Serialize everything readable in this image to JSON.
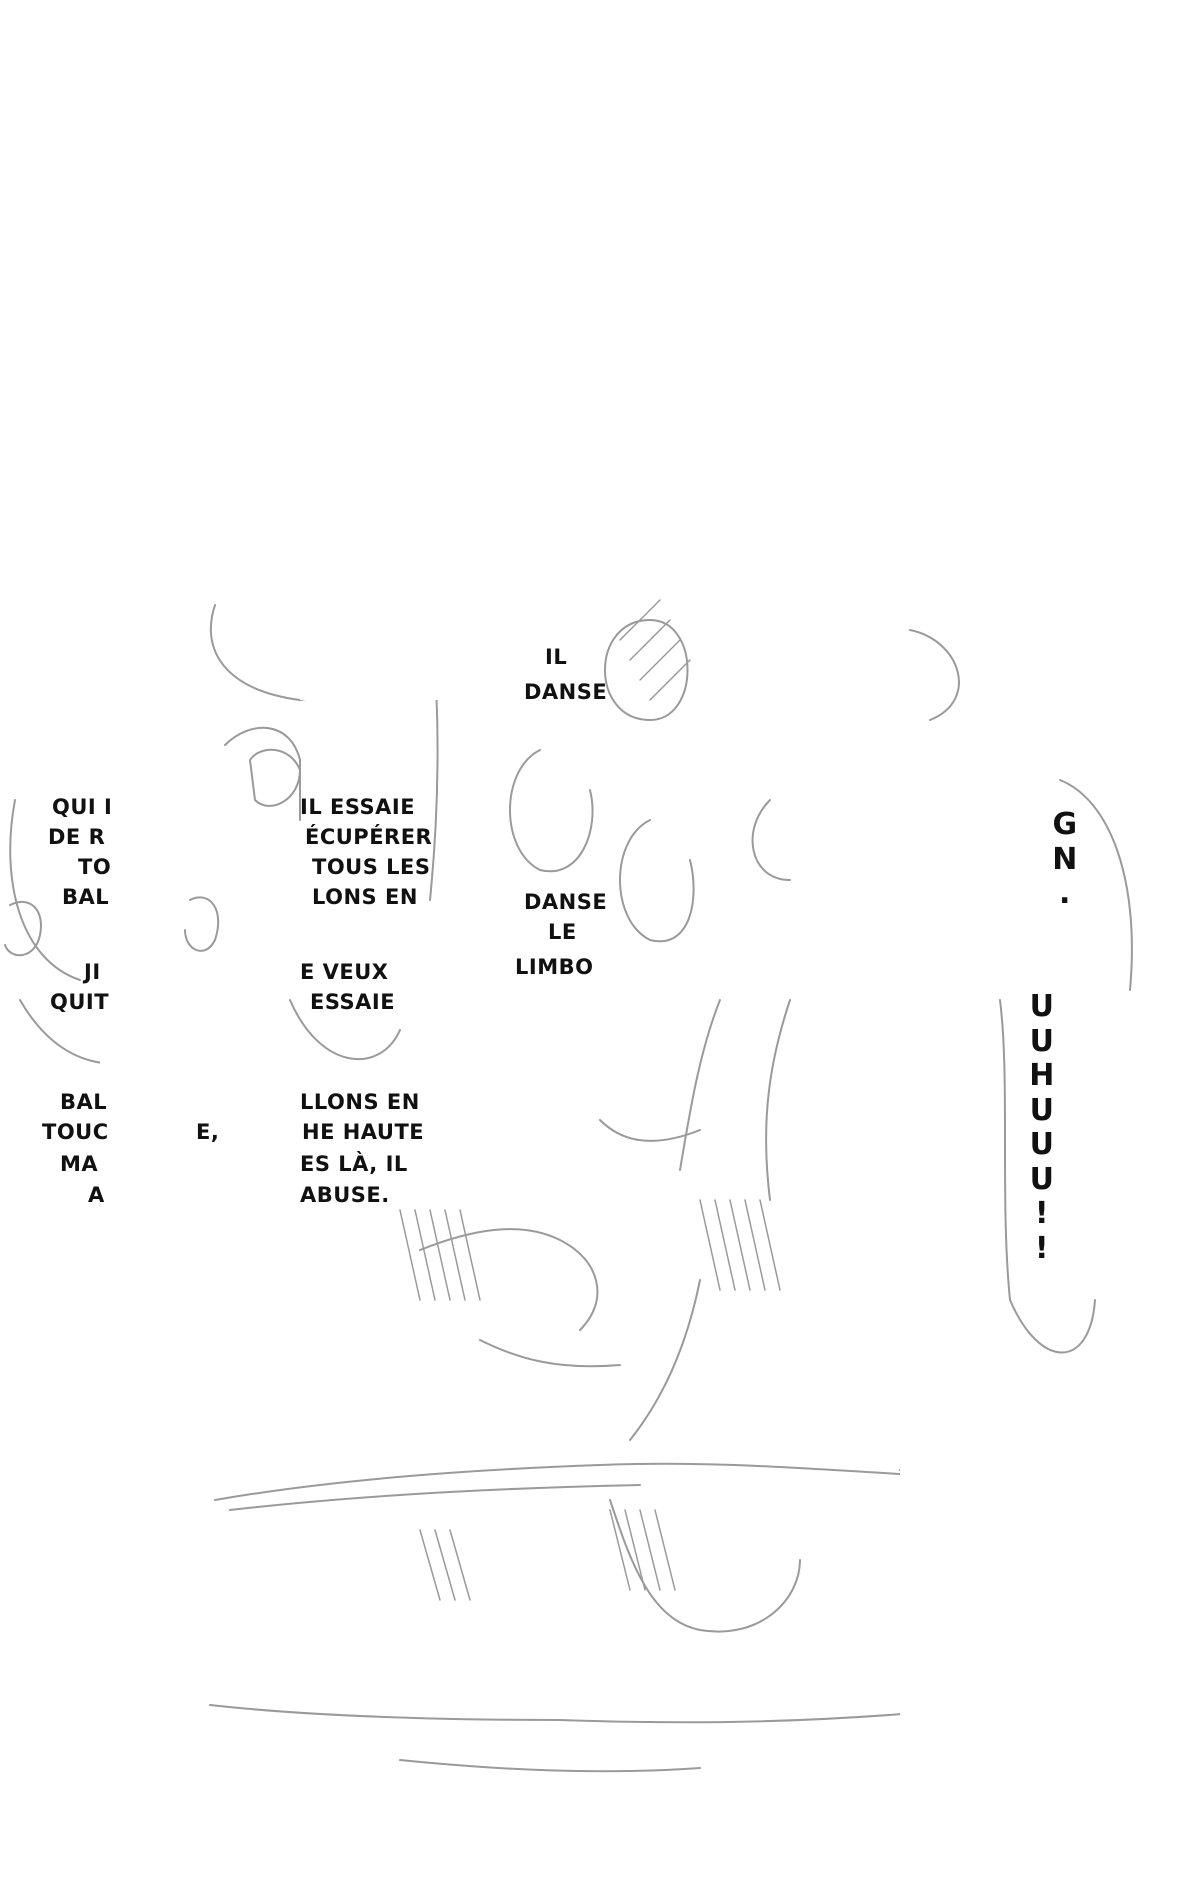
{
  "page": {
    "background": "#ffffff",
    "ink": "#111111",
    "pencil": "#9a9a9a"
  },
  "texts": {
    "il": "IL",
    "danse_partial": "DANSE",
    "qui_i": "QUI I",
    "de_r": "DE R",
    "to": "TO",
    "bal": "BAL",
    "il_essaie": "IL ESSAIE",
    "recuperer": "ÉCUPÉRER",
    "tous_les": "TOUS LES",
    "lons_en": "LONS EN",
    "danse_lower": "DANSE",
    "le": "LE",
    "limbo": "LIMBO",
    "ji": "JI",
    "e_veux": "E VEUX",
    "quit": "QUIT",
    "essaie_partial": "ESSAIE",
    "bal2": "BAL",
    "ballons_en": "LLONS EN",
    "touc": "TOUC",
    "e_comma": "E,",
    "he_haute": "HE HAUTE",
    "ma": "MA",
    "es_la_il": "ES LÀ, IL",
    "a": "A",
    "abuse": "ABUSE."
  },
  "sfx_vertical": {
    "top": [
      "G",
      "N",
      "."
    ],
    "bottom": [
      "U",
      "U",
      "H",
      "U",
      "U",
      "U",
      "!",
      "!"
    ]
  }
}
